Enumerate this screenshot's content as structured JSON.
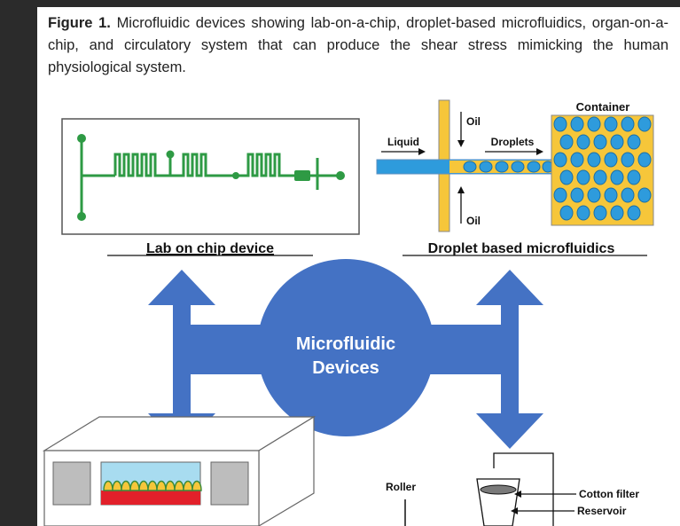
{
  "caption": {
    "label": "Figure 1.",
    "text": "Microfluidic devices showing lab-on-a-chip, droplet-based microfluidics, organ-on-a-chip, and circulatory system that can produce the shear stress mimicking the human physiological system."
  },
  "figure": {
    "lab_on_chip_label": "Lab on chip device",
    "droplet_label": "Droplet based microfluidics",
    "center_title_line1": "Microfluidic",
    "center_title_line2": "Devices",
    "container_label": "Container",
    "oil_top_label": "Oil",
    "oil_bottom_label": "Oil",
    "liquid_label": "Liquid",
    "droplets_label": "Droplets",
    "roller_label": "Roller",
    "cotton_filter_label": "Cotton filter",
    "reservoir_label": "Reservoir"
  },
  "colors": {
    "chip_green": "#2e9a44",
    "arrow_blue": "#4472c4",
    "oil_yellow": "#f6c63a",
    "droplet_blue": "#2e9bdc",
    "tissue_red": "#e2202a",
    "gray_well": "#bdbdbd"
  }
}
